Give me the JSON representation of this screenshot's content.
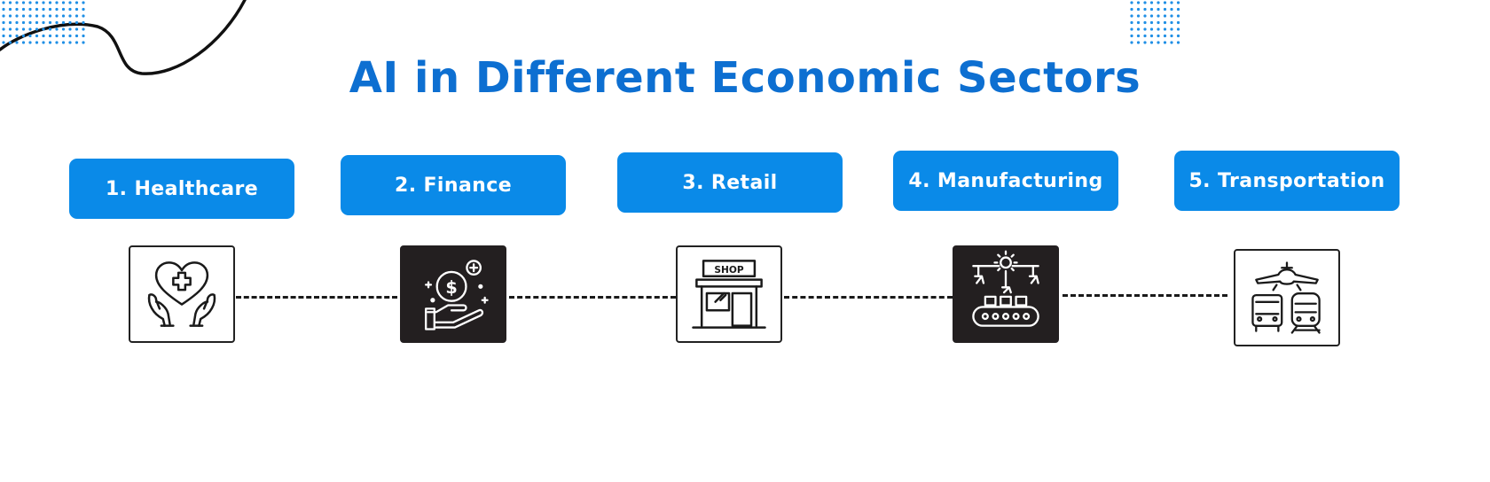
{
  "title": "AI in Different Economic Sectors",
  "colors": {
    "title": "#0d6fd1",
    "pill": "#0a8ae8",
    "icon_dark_bg": "#231f20",
    "line": "#1a1a1a",
    "dots": "#1f8fe5"
  },
  "sectors": [
    {
      "label": "1. Healthcare",
      "icon": "heart-hands-icon",
      "style": "light"
    },
    {
      "label": "2. Finance",
      "icon": "money-hand-icon",
      "style": "dark"
    },
    {
      "label": "3. Retail",
      "icon": "shop-icon",
      "style": "light"
    },
    {
      "label": "4. Manufacturing",
      "icon": "conveyor-robot-icon",
      "style": "dark"
    },
    {
      "label": "5. Transportation",
      "icon": "plane-bus-train-icon",
      "style": "light"
    }
  ],
  "shop_sign": "SHOP"
}
